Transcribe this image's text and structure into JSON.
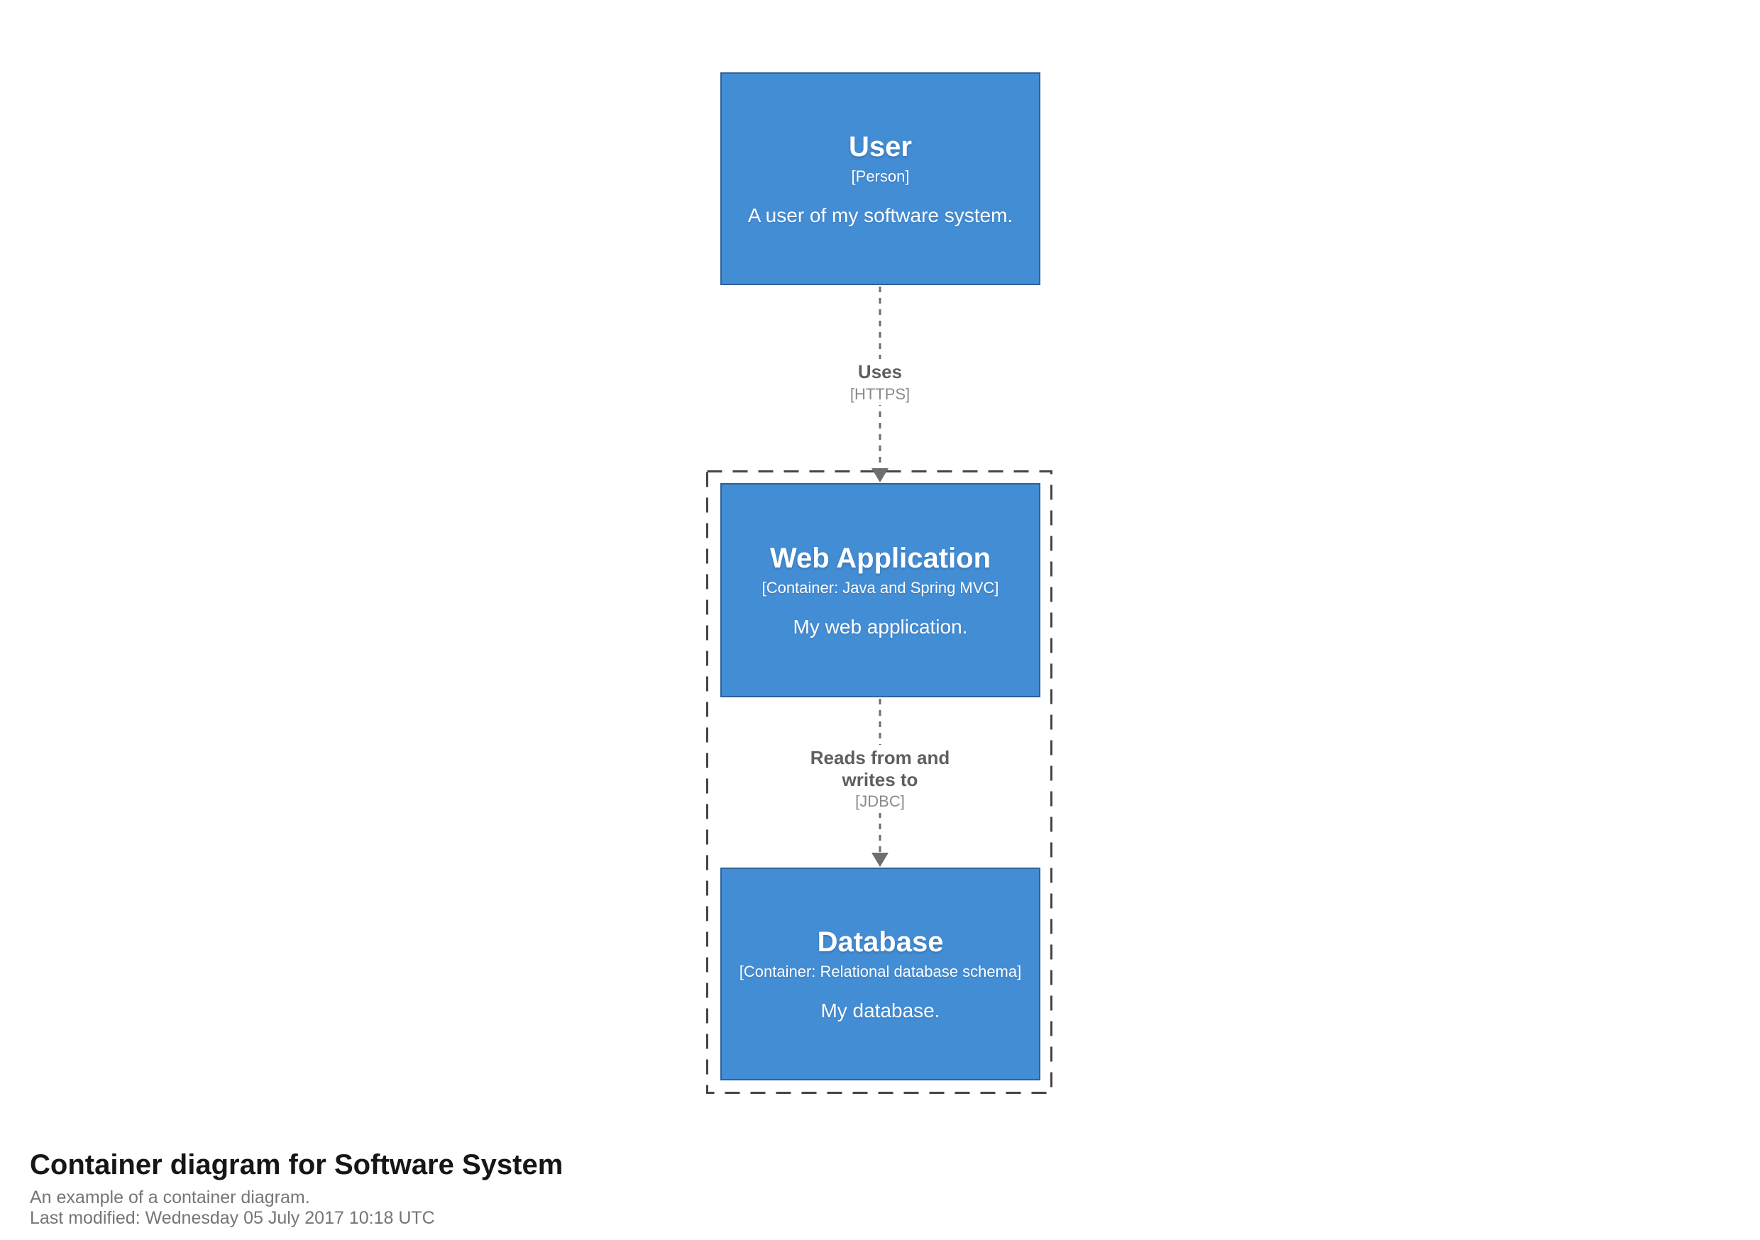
{
  "diagram": {
    "nodes": {
      "user": {
        "name": "User",
        "meta": "[Person]",
        "description": "A user of my software system."
      },
      "webapp": {
        "name": "Web Application",
        "meta": "[Container: Java and Spring MVC]",
        "description": "My web application."
      },
      "database": {
        "name": "Database",
        "meta": "[Container: Relational database schema]",
        "description": "My database."
      }
    },
    "relationships": {
      "uses": {
        "name": "Uses",
        "meta": "[HTTPS]"
      },
      "reads": {
        "name": "Reads from and writes to",
        "meta": "[JDBC]"
      }
    },
    "colors": {
      "element_fill": "#438dd5",
      "element_border": "#2e6295",
      "element_text": "#ffffff",
      "boundary_stroke": "#454545",
      "relationship_line": "#6e6e6e",
      "relationship_name_text": "#5f5f5f",
      "relationship_meta_text": "#8a8a8a",
      "page_background": "#ffffff"
    }
  },
  "footer": {
    "title": "Container diagram for Software System",
    "description": "An example of a container diagram.",
    "last_modified": "Last modified: Wednesday 05 July 2017 10:18 UTC"
  }
}
